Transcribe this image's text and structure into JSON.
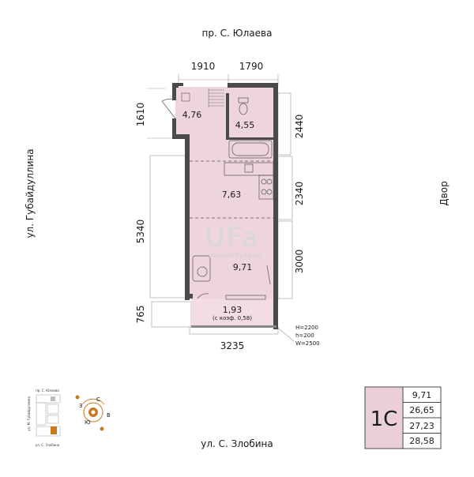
{
  "streets": {
    "top": "пр. С. Юлаева",
    "left": "ул. Губайдуллина",
    "right": "Двор",
    "bottom": "ул. С. Злобина"
  },
  "dimensions": {
    "top_left": "1910",
    "top_right": "1790",
    "left_top": "1610",
    "left_mid": "5340",
    "left_bottom": "765",
    "right_top": "2440",
    "right_mid": "2340",
    "right_bottom": "3000",
    "bottom": "3235"
  },
  "rooms": {
    "hall_small": "4,76",
    "bath": "4,55",
    "kitchen": "7,63",
    "living": "9,71",
    "balcony": "1,93",
    "balcony_note": "(с коэф. 0,58)"
  },
  "window_spec": {
    "h_big": "H=2200",
    "h_small": "h=200",
    "w": "W=2500"
  },
  "watermark": {
    "logo": "UFa",
    "site": "novostroyka.ru"
  },
  "minimap": {
    "top": "пр. С. Юлаева",
    "left": "ул. М. Губайдуллина",
    "bottom": "ул. С. Злобина"
  },
  "compass": {
    "n": "С",
    "e": "В",
    "s": "Ю",
    "w": "З"
  },
  "summary": {
    "type": "1С",
    "values": [
      "9,71",
      "26,65",
      "27,23",
      "28,58"
    ]
  },
  "colors": {
    "room_fill": "#eed4dc",
    "wall": "#4a4a4a",
    "accent": "#c77b1f",
    "summary_bg": "#eacfd8"
  }
}
